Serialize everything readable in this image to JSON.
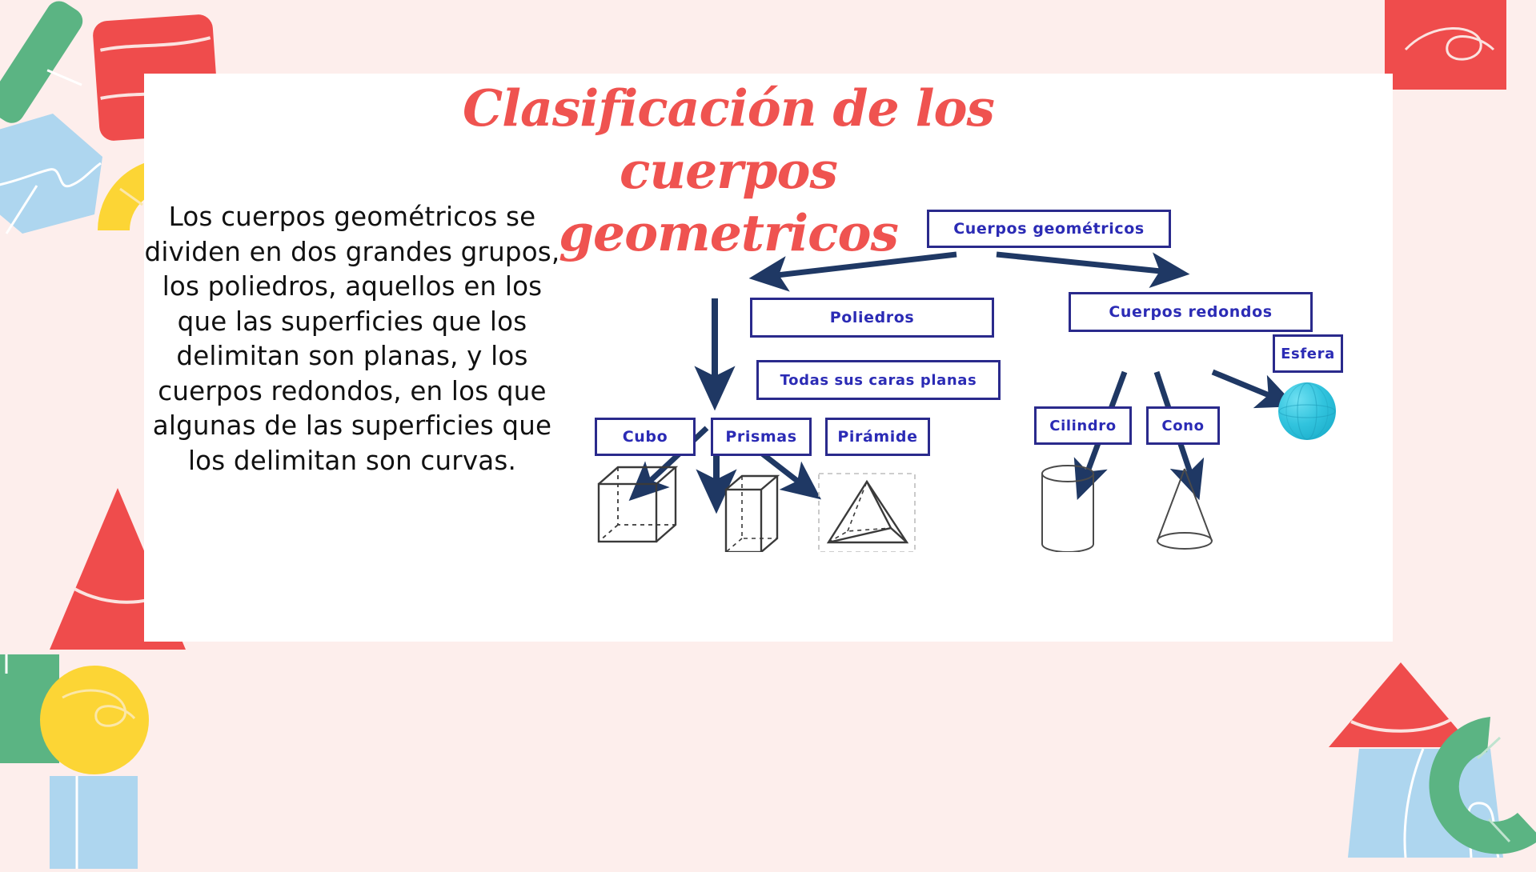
{
  "slide": {
    "background_color": "#fdeeec",
    "card_color": "#ffffff",
    "accent_color": "#ef5350"
  },
  "title": {
    "text": "Clasificación de los\ncuerpos geometricos",
    "line1": "Clasificación de los",
    "line2": "cuerpos geometricos",
    "color": "#ef5350"
  },
  "body": {
    "paragraph": "Los cuerpos geométricos se dividen en dos grandes grupos, los poliedros, aquellos en los que las superficies que los delimitan son planas, y los cuerpos redondos, en los que algunas de las superficies que los delimitan son curvas."
  },
  "diagram": {
    "box_border_color": "#2a2a8c",
    "box_text_color": "#2b2bb5",
    "arrow_color": "#1f3864",
    "sphere_color": "#28bcd8",
    "nodes": [
      {
        "id": "root",
        "label": "Cuerpos geométricos"
      },
      {
        "id": "poliedros",
        "label": "Poliedros"
      },
      {
        "id": "redondos",
        "label": "Cuerpos redondos"
      },
      {
        "id": "caras",
        "label": "Todas sus caras planas"
      },
      {
        "id": "cubo",
        "label": "Cubo"
      },
      {
        "id": "prismas",
        "label": "Prismas"
      },
      {
        "id": "piramide",
        "label": "Pirámide"
      },
      {
        "id": "cilindro",
        "label": "Cilindro"
      },
      {
        "id": "cono",
        "label": "Cono"
      },
      {
        "id": "esfera",
        "label": "Esfera"
      }
    ],
    "edges": [
      {
        "from": "root",
        "to": "poliedros"
      },
      {
        "from": "root",
        "to": "redondos"
      },
      {
        "from": "poliedros",
        "to": "caras"
      },
      {
        "from": "caras",
        "to": "cubo"
      },
      {
        "from": "caras",
        "to": "prismas"
      },
      {
        "from": "caras",
        "to": "piramide"
      },
      {
        "from": "redondos",
        "to": "cilindro"
      },
      {
        "from": "redondos",
        "to": "cono"
      },
      {
        "from": "redondos",
        "to": "esfera"
      }
    ],
    "illustrations": [
      {
        "for": "cubo",
        "shape": "cube"
      },
      {
        "for": "prismas",
        "shape": "prism"
      },
      {
        "for": "piramide",
        "shape": "pyramid"
      },
      {
        "for": "cilindro",
        "shape": "cylinder"
      },
      {
        "for": "cono",
        "shape": "cone"
      },
      {
        "for": "esfera",
        "shape": "sphere"
      }
    ]
  },
  "decorations": {
    "colors": {
      "red": "#ef4c4c",
      "green": "#5bb483",
      "blue": "#aed6ef",
      "yellow": "#fcd535"
    },
    "items": [
      {
        "name": "green-bar-top-left",
        "color": "#5bb483"
      },
      {
        "name": "red-rounded-square-top-left",
        "color": "#ef4c4c"
      },
      {
        "name": "blue-pentagon-top-left",
        "color": "#aed6ef"
      },
      {
        "name": "yellow-arch-top-left",
        "color": "#fcd535"
      },
      {
        "name": "red-square-top-right",
        "color": "#ef4c4c"
      },
      {
        "name": "red-triangle-bottom-left",
        "color": "#ef4c4c"
      },
      {
        "name": "green-square-bottom-left",
        "color": "#5bb483"
      },
      {
        "name": "yellow-circle-bottom-left",
        "color": "#fcd535"
      },
      {
        "name": "blue-square-bottom-left",
        "color": "#aed6ef"
      },
      {
        "name": "red-triangle-bottom-right",
        "color": "#ef4c4c"
      },
      {
        "name": "blue-trapezoid-bottom-right",
        "color": "#aed6ef"
      },
      {
        "name": "green-arc-bottom-right",
        "color": "#5bb483"
      }
    ]
  }
}
